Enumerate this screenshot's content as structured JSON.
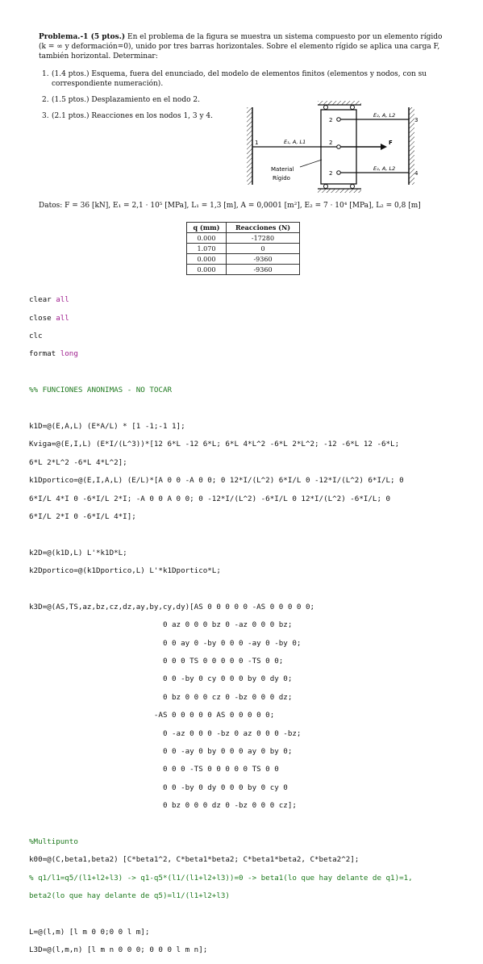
{
  "problem": {
    "heading": "Problema.-1 (5 ptos.)",
    "intro": "En el problema de la figura se muestra un sistema compuesto por un elemento rígido (k = ∞ y deformación=0), unido por tres barras horizontales. Sobre el elemento rígido se aplica una carga F, también horizontal. Determinar:",
    "tasks": [
      {
        "num": "1.",
        "points": "(1.4 ptos.)",
        "text": "Esquema, fuera del enunciado, del modelo de elementos finitos (elementos y nodos, con su correspondiente numeración)."
      },
      {
        "num": "2.",
        "points": "(1.5 ptos.)",
        "text": "Desplazamiento en el nodo 2."
      },
      {
        "num": "3.",
        "points": "(2.1 ptos.)",
        "text": "Reacciones en los nodos 1, 3 y 4."
      }
    ]
  },
  "figure": {
    "node_1": "1",
    "node_2": "2",
    "node_3": "3",
    "node_4": "4",
    "bar_left": "E₁, A, L1",
    "bar_top": "E₂, A, L2",
    "bar_bottom": "E₂, A, L2",
    "force": "F",
    "material_line1": "Material",
    "material_line2": "Rígido"
  },
  "datos": "Datos: F = 36 [kN], E₁ = 2,1 · 10⁵ [MPa], L₁ = 1,3 [m], A = 0,0001 [m²], E₂ = 7 · 10⁴ [MPa], L₂ = 0,8 [m]",
  "table": {
    "headers": [
      "q (mm)",
      "Reacciones (N)"
    ],
    "rows": [
      [
        "0.000",
        "-17280"
      ],
      [
        "1.070",
        "0"
      ],
      [
        "0.000",
        "-9360"
      ],
      [
        "0.000",
        "-9360"
      ]
    ]
  },
  "code": {
    "l1_a": "clear ",
    "l1_b": "all",
    "l2_a": "close ",
    "l2_b": "all",
    "l3": "clc",
    "l4_a": "format ",
    "l4_b": "long",
    "c1": "%% FUNCIONES ANONIMAS - NO TOCAR",
    "k1D": "k1D=@(E,A,L) (E*A/L) * [1 -1;-1 1];",
    "kviga_1": "Kviga=@(E,I,L) (E*I/(L^3))*[12 6*L -12 6*L; 6*L 4*L^2 -6*L 2*L^2; -12 -6*L 12 -6*L;",
    "kviga_2": "6*L 2*L^2 -6*L 4*L^2];",
    "kpor_1": "k1Dportico=@(E,I,A,L) (E/L)*[A 0 0 -A 0 0; 0 12*I/(L^2) 6*I/L 0 -12*I/(L^2) 6*I/L; 0",
    "kpor_2": "6*I/L 4*I 0 -6*I/L 2*I; -A 0 0 A 0 0; 0 -12*I/(L^2) -6*I/L 0 12*I/(L^2) -6*I/L; 0",
    "kpor_3": "6*I/L 2*I 0 -6*I/L 4*I];",
    "k2D": "k2D=@(k1D,L) L'*k1D*L;",
    "k2Dpor": "k2Dportico=@(k1Dportico,L) L'*k1Dportico*L;",
    "k3D": [
      "k3D=@(AS,TS,az,bz,cz,dz,ay,by,cy,dy)[AS 0 0 0 0 0 -AS 0 0 0 0 0;",
      "                              0 az 0 0 0 bz 0 -az 0 0 0 bz;",
      "                              0 0 ay 0 -by 0 0 0 -ay 0 -by 0;",
      "                              0 0 0 TS 0 0 0 0 0 -TS 0 0;",
      "                              0 0 -by 0 cy 0 0 0 by 0 dy 0;",
      "                              0 bz 0 0 0 cz 0 -bz 0 0 0 dz;",
      "                            -AS 0 0 0 0 0 AS 0 0 0 0 0;",
      "                              0 -az 0 0 0 -bz 0 az 0 0 0 -bz;",
      "                              0 0 -ay 0 by 0 0 0 ay 0 by 0;",
      "                              0 0 0 -TS 0 0 0 0 0 TS 0 0",
      "                              0 0 -by 0 dy 0 0 0 by 0 cy 0",
      "                              0 bz 0 0 0 dz 0 -bz 0 0 0 cz];"
    ],
    "c2": "%Multipunto",
    "k00": "k00=@(C,beta1,beta2) [C*beta1^2, C*beta1*beta2; C*beta1*beta2, C*beta2^2];",
    "c3": "% q1/l1=q5/(l1+l2+l3) -> q1-q5*(l1/(l1+l2+l3))=0 -> beta1(lo que hay delante de q1)=1,",
    "c4": "beta2(lo que hay delante de q5)=l1/(l1+l2+l3)",
    "Lfun": "L=@(l,m) [l m 0 0;0 0 l m];",
    "L3D": "L3D=@(l,m,n) [l m n 0 0 0; 0 0 0 l m n];"
  }
}
